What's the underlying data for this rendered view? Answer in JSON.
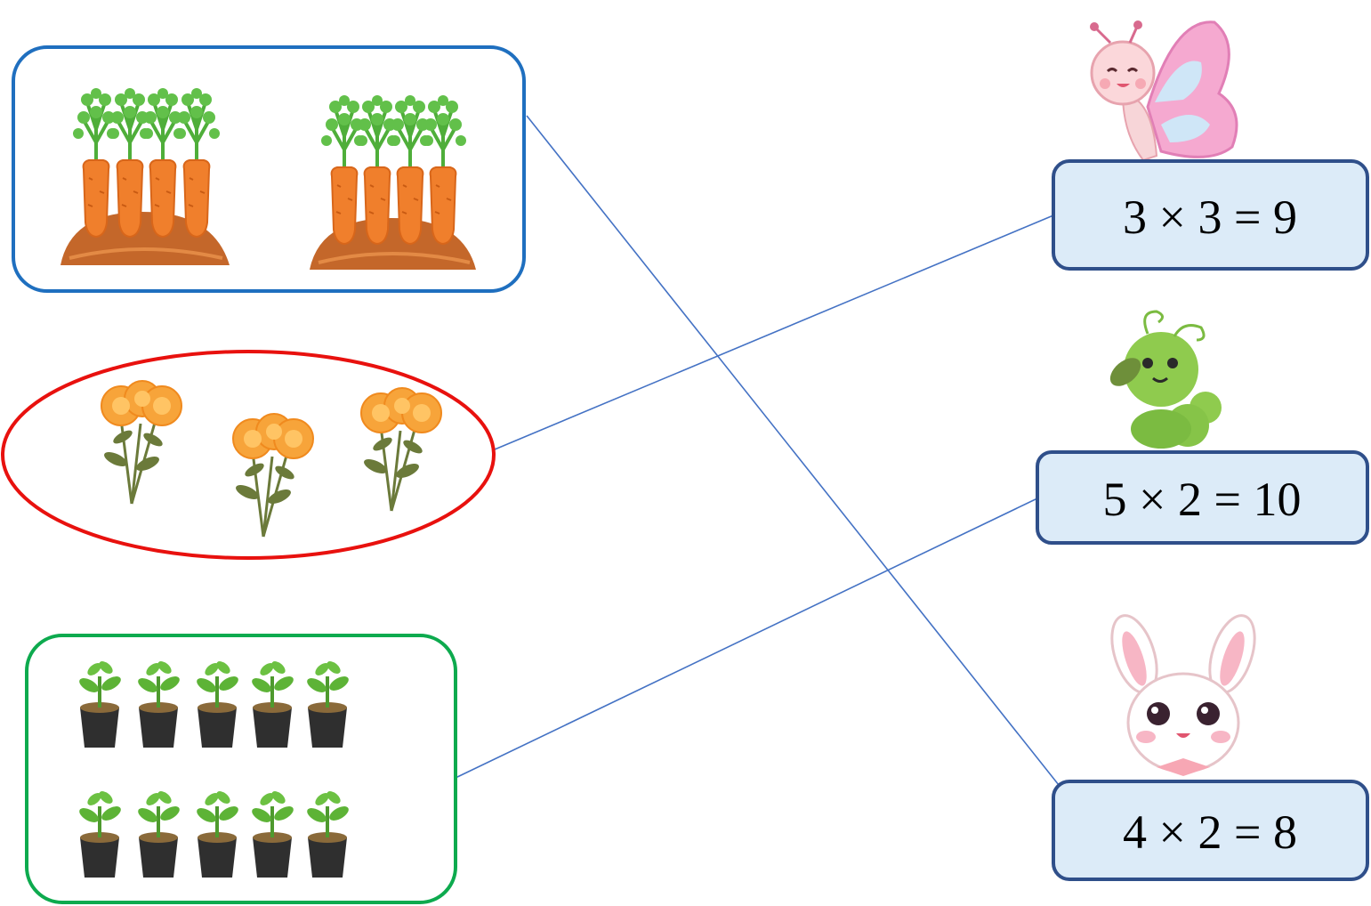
{
  "groups": [
    {
      "id": "carrots",
      "icon": "carrot-patch-icon",
      "shape": "rounded-rect",
      "border_color": "#1F6FBF",
      "patch_count": 2,
      "items_per_patch": 4
    },
    {
      "id": "flowers",
      "icon": "marigold-bouquet-icon",
      "shape": "ellipse",
      "border_color": "#E8110E",
      "item_count": 3
    },
    {
      "id": "seedlings",
      "icon": "potted-seedling-icon",
      "shape": "rounded-rect",
      "border_color": "#0DAA4E",
      "rows": 2,
      "items_per_row": 5
    }
  ],
  "equations": [
    {
      "id": "eq1",
      "text": "3 × 3 = 9",
      "mascot": "butterfly-icon"
    },
    {
      "id": "eq2",
      "text": "5 × 2 = 10",
      "mascot": "caterpillar-icon"
    },
    {
      "id": "eq3",
      "text": "4 × 2 = 8",
      "mascot": "bunny-icon"
    }
  ],
  "matches": [
    {
      "from": "carrots",
      "to": "eq3"
    },
    {
      "from": "flowers",
      "to": "eq1"
    },
    {
      "from": "seedlings",
      "to": "eq2"
    }
  ],
  "colors": {
    "line": "#4472C4",
    "box_fill": "#DCEBF8",
    "box_border": "#2F4F8A"
  }
}
